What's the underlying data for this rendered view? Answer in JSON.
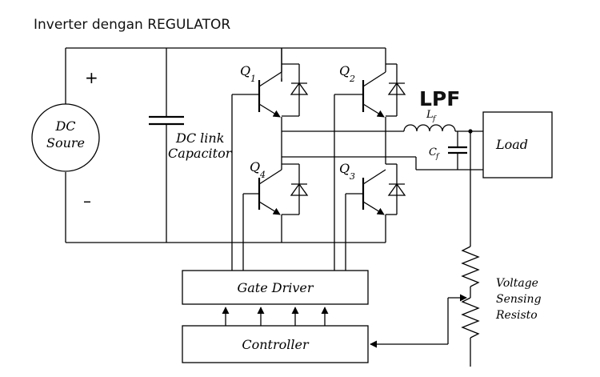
{
  "title": "Inverter dengan REGULATOR",
  "source": {
    "line1": "DC",
    "line2": "Soure",
    "plus": "+",
    "minus": "–"
  },
  "capacitor": {
    "line1": "DC link",
    "line2": "Capacitor"
  },
  "switches": {
    "q1": "Q",
    "q1_sub": "1",
    "q2": "Q",
    "q2_sub": "2",
    "q3": "Q",
    "q3_sub": "3",
    "q4": "Q",
    "q4_sub": "4"
  },
  "filter": {
    "lpf": "LPF",
    "inductor": "L",
    "inductor_sub": "f",
    "cap": "C",
    "cap_sub": "f"
  },
  "load": "Load",
  "gate_driver": "Gate Driver",
  "controller": "Controller",
  "sensing": {
    "line1": "Voltage",
    "line2": "Sensing",
    "line3": "Resisto"
  }
}
